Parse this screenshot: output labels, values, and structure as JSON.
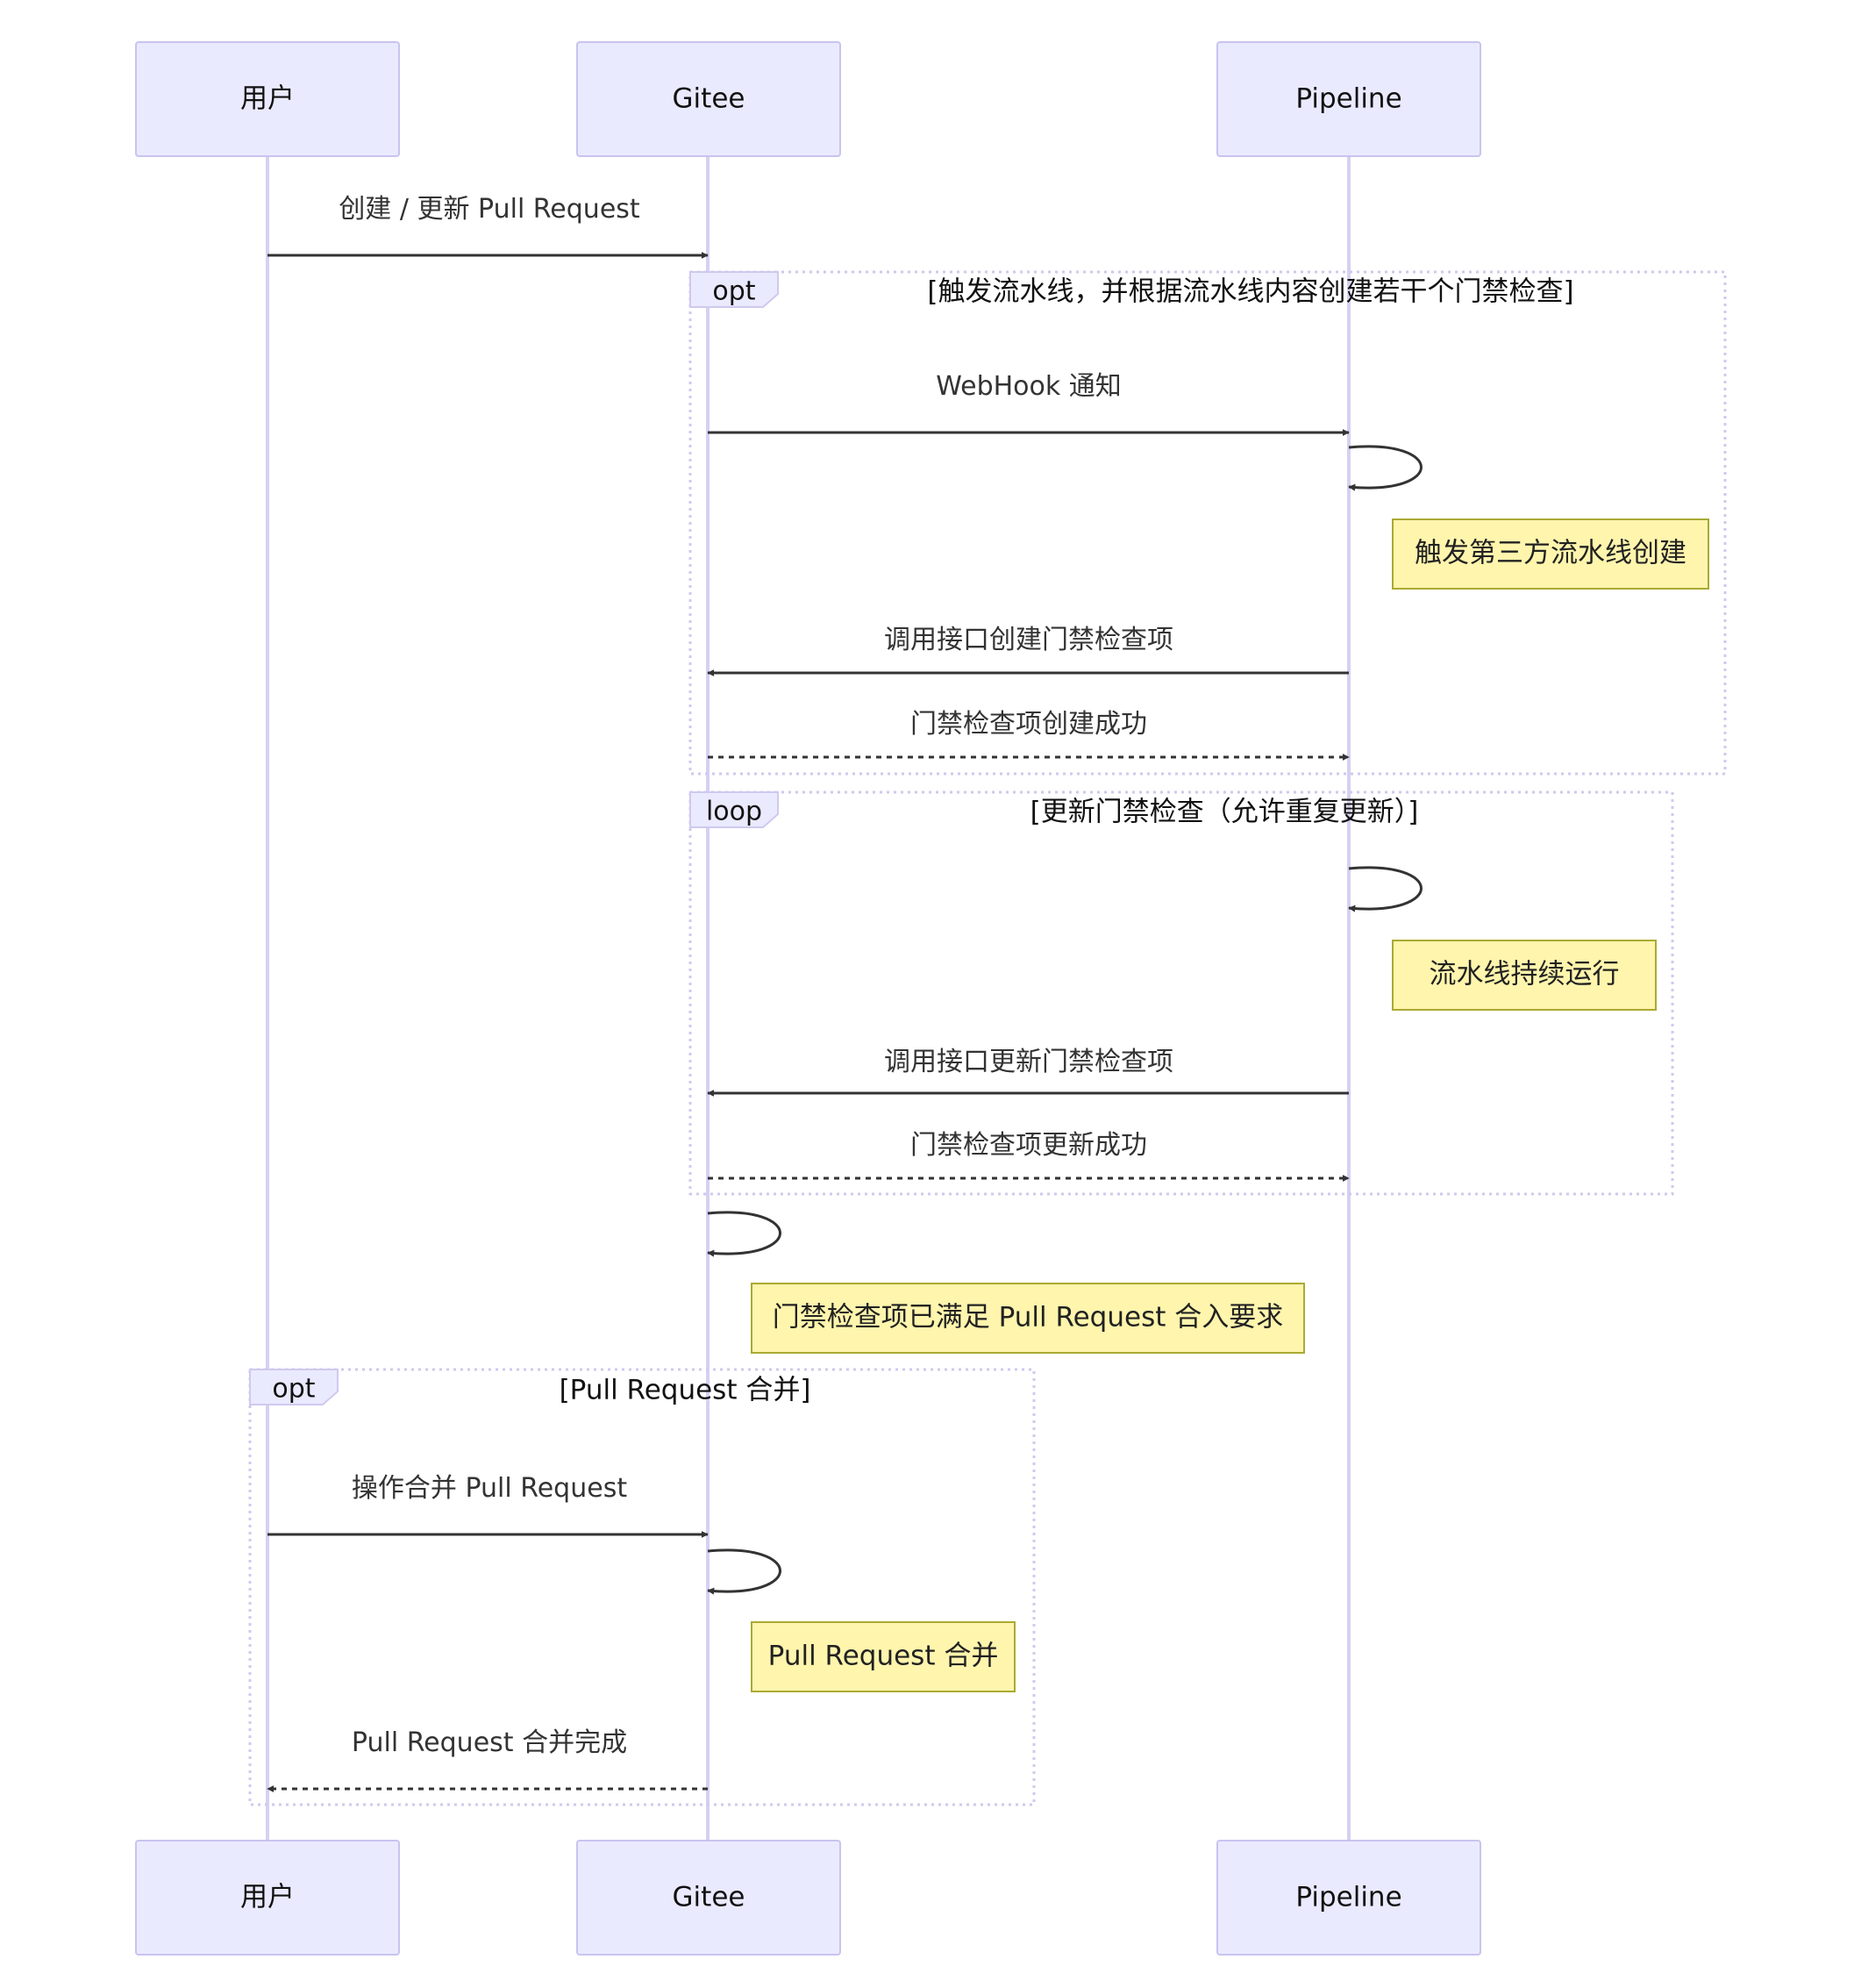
{
  "participants": [
    {
      "id": "user",
      "label": "用户"
    },
    {
      "id": "gitee",
      "label": "Gitee"
    },
    {
      "id": "pipeline",
      "label": "Pipeline"
    }
  ],
  "messages": [
    {
      "from": "user",
      "to": "gitee",
      "text": "创建 / 更新 Pull Request",
      "style": "solid"
    },
    {
      "from": "gitee",
      "to": "pipeline",
      "text": "WebHook 通知",
      "style": "solid"
    },
    {
      "from": "pipeline",
      "to": "pipeline",
      "text": "",
      "style": "self"
    },
    {
      "from": "pipeline",
      "to": "gitee",
      "text": "调用接口创建门禁检查项",
      "style": "solid"
    },
    {
      "from": "gitee",
      "to": "pipeline",
      "text": "门禁检查项创建成功",
      "style": "dashed"
    },
    {
      "from": "pipeline",
      "to": "pipeline",
      "text": "",
      "style": "self"
    },
    {
      "from": "pipeline",
      "to": "gitee",
      "text": "调用接口更新门禁检查项",
      "style": "solid"
    },
    {
      "from": "gitee",
      "to": "pipeline",
      "text": "门禁检查项更新成功",
      "style": "dashed"
    },
    {
      "from": "gitee",
      "to": "gitee",
      "text": "",
      "style": "self"
    },
    {
      "from": "user",
      "to": "gitee",
      "text": "操作合并 Pull Request",
      "style": "solid"
    },
    {
      "from": "gitee",
      "to": "gitee",
      "text": "",
      "style": "self"
    },
    {
      "from": "gitee",
      "to": "user",
      "text": "Pull Request 合并完成",
      "style": "dashed"
    }
  ],
  "notes": [
    {
      "text": "触发第三方流水线创建"
    },
    {
      "text": "流水线持续运行"
    },
    {
      "text": "门禁检查项已满足 Pull Request 合入要求"
    },
    {
      "text": "Pull Request 合并"
    }
  ],
  "fragments": [
    {
      "type": "opt",
      "condition": "[触发流水线，并根据流水线内容创建若干个门禁检查]"
    },
    {
      "type": "loop",
      "condition": "[更新门禁检查（允许重复更新）]"
    },
    {
      "type": "opt",
      "condition": "[Pull Request 合并]"
    }
  ]
}
